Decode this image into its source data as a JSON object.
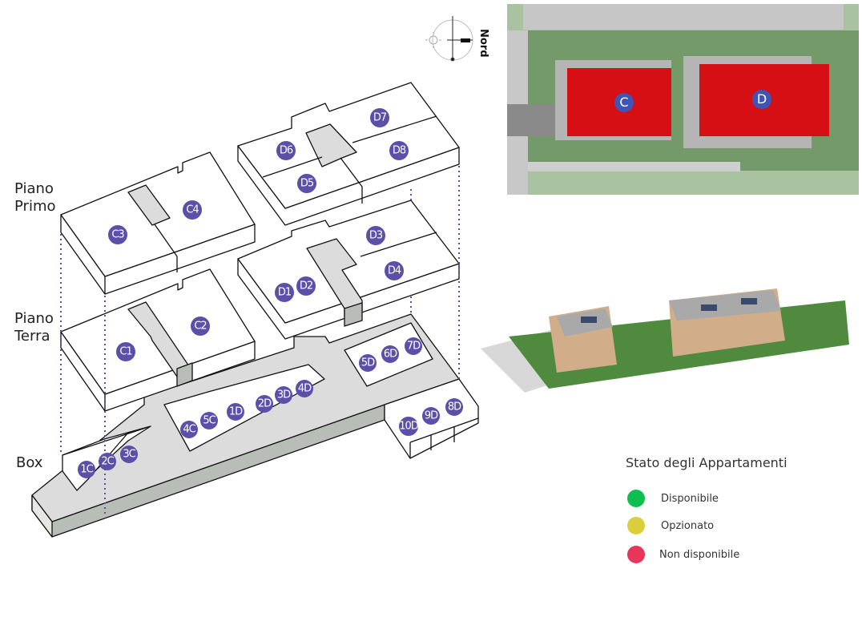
{
  "floors": {
    "primo": "Piano\nPrimo",
    "terra": "Piano\nTerra",
    "box": "Box"
  },
  "compass": {
    "label": "Nord"
  },
  "buildings": {
    "primo": [
      "C3",
      "C4",
      "D6",
      "D5",
      "D7",
      "D8"
    ],
    "terra": [
      "C1",
      "C2",
      "D1",
      "D2",
      "D3",
      "D4"
    ],
    "box": [
      "1C",
      "2C",
      "3C",
      "4C",
      "5C",
      "1D",
      "2D",
      "3D",
      "4D",
      "5D",
      "6D",
      "7D",
      "10D",
      "9D",
      "8D"
    ]
  },
  "site_plan": {
    "buildings": [
      "C",
      "D"
    ],
    "building_color": "#d50f14",
    "marker_color": "#3f55b5"
  },
  "legend": {
    "title": "Stato degli Appartamenti",
    "items": [
      {
        "label": "Disponibile",
        "color": "#0dbf4f"
      },
      {
        "label": "Opzionato",
        "color": "#dccd3b"
      },
      {
        "label": "Non disponibile",
        "color": "#e8355a"
      }
    ]
  },
  "colors": {
    "marker": "#5b4fa8",
    "stair": "#dcdcdc",
    "dotted": "#5b4fa8"
  }
}
